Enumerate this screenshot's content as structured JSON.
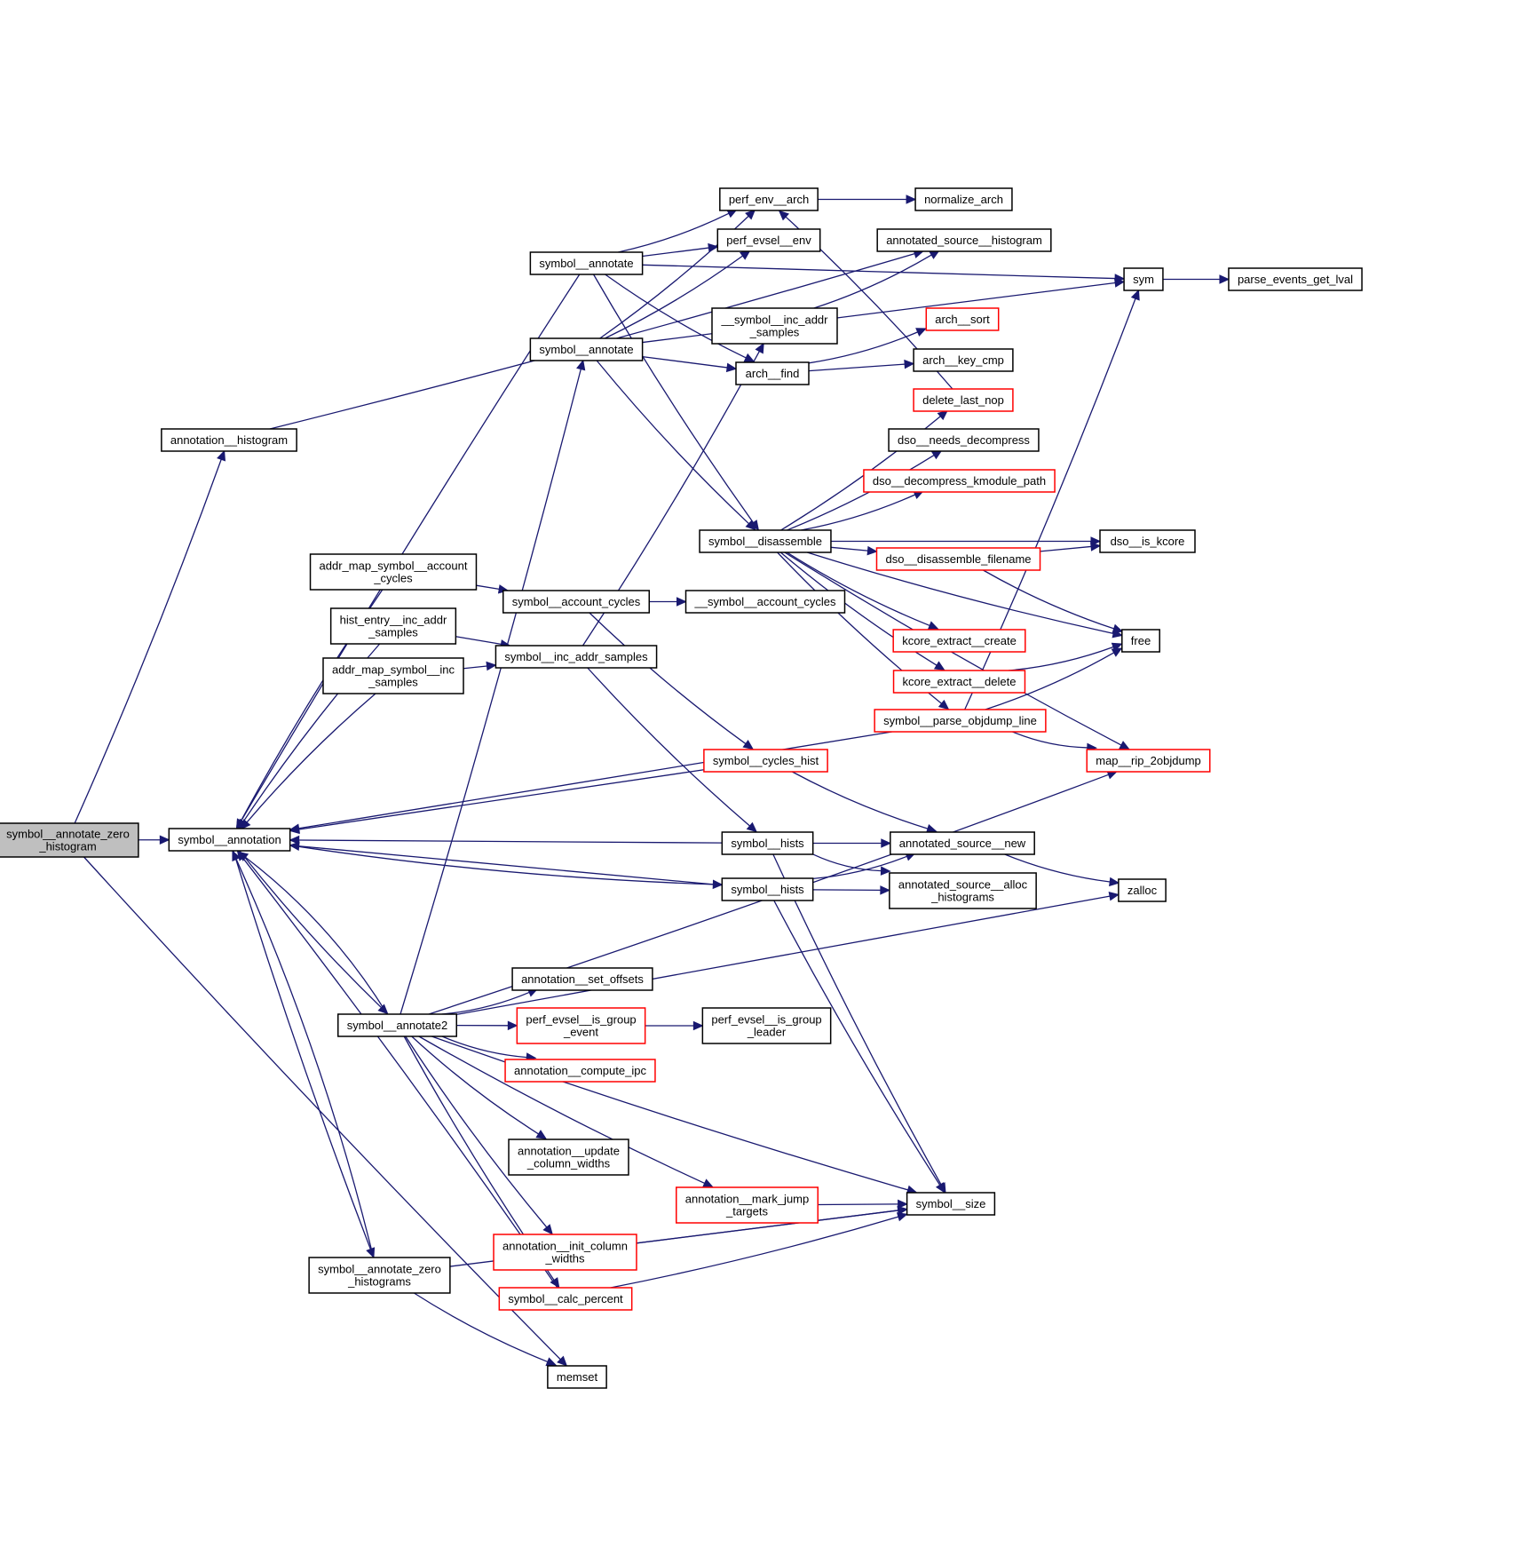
{
  "diagram": {
    "type": "call-graph",
    "edge_color": "#191970",
    "colors": {
      "root_fill": "#bfbfbf",
      "node_fill": "#ffffff",
      "node_border": "#000000",
      "truncated_border": "#ff0000"
    },
    "nodes": [
      {
        "id": "root",
        "lines": [
          "symbol__annotate_zero",
          "_histogram"
        ],
        "style": "root"
      },
      {
        "id": "annotation_histogram",
        "lines": [
          "annotation__histogram"
        ],
        "style": "normal"
      },
      {
        "id": "symbol_annotation",
        "lines": [
          "symbol__annotation"
        ],
        "style": "normal"
      },
      {
        "id": "symbol_annotate_a",
        "lines": [
          "symbol__annotate"
        ],
        "style": "normal"
      },
      {
        "id": "symbol_annotate_b",
        "lines": [
          "symbol__annotate"
        ],
        "style": "normal"
      },
      {
        "id": "perf_env_arch",
        "lines": [
          "perf_env__arch"
        ],
        "style": "normal"
      },
      {
        "id": "perf_evsel_env",
        "lines": [
          "perf_evsel__env"
        ],
        "style": "normal"
      },
      {
        "id": "normalize_arch",
        "lines": [
          "normalize_arch"
        ],
        "style": "normal"
      },
      {
        "id": "annotated_source_histogram",
        "lines": [
          "annotated_source__histogram"
        ],
        "style": "normal"
      },
      {
        "id": "sym",
        "lines": [
          "sym"
        ],
        "style": "normal"
      },
      {
        "id": "parse_events_get_lval",
        "lines": [
          "parse_events_get_lval"
        ],
        "style": "normal"
      },
      {
        "id": "_symbol_inc_addr_samples",
        "lines": [
          "__symbol__inc_addr",
          "_samples"
        ],
        "style": "normal"
      },
      {
        "id": "arch_sort",
        "lines": [
          "arch__sort"
        ],
        "style": "truncated"
      },
      {
        "id": "arch_find",
        "lines": [
          "arch__find"
        ],
        "style": "normal"
      },
      {
        "id": "arch_key_cmp",
        "lines": [
          "arch__key_cmp"
        ],
        "style": "normal"
      },
      {
        "id": "delete_last_nop",
        "lines": [
          "delete_last_nop"
        ],
        "style": "truncated"
      },
      {
        "id": "dso_needs_decompress",
        "lines": [
          "dso__needs_decompress"
        ],
        "style": "normal"
      },
      {
        "id": "dso_decompress_kmodule_path",
        "lines": [
          "dso__decompress_kmodule_path"
        ],
        "style": "truncated"
      },
      {
        "id": "symbol_disassemble",
        "lines": [
          "symbol__disassemble"
        ],
        "style": "normal"
      },
      {
        "id": "dso_is_kcore",
        "lines": [
          "dso__is_kcore"
        ],
        "style": "normal"
      },
      {
        "id": "dso_disassemble_filename",
        "lines": [
          "dso__disassemble_filename"
        ],
        "style": "truncated"
      },
      {
        "id": "addr_map_symbol_account_cycles",
        "lines": [
          "addr_map_symbol__account",
          "_cycles"
        ],
        "style": "normal"
      },
      {
        "id": "symbol_account_cycles",
        "lines": [
          "symbol__account_cycles"
        ],
        "style": "normal"
      },
      {
        "id": "_symbol_account_cycles",
        "lines": [
          "__symbol__account_cycles"
        ],
        "style": "normal"
      },
      {
        "id": "hist_entry_inc_addr_samples",
        "lines": [
          "hist_entry__inc_addr",
          "_samples"
        ],
        "style": "normal"
      },
      {
        "id": "addr_map_symbol_inc_samples",
        "lines": [
          "addr_map_symbol__inc",
          "_samples"
        ],
        "style": "normal"
      },
      {
        "id": "symbol_inc_addr_samples",
        "lines": [
          "symbol__inc_addr_samples"
        ],
        "style": "normal"
      },
      {
        "id": "kcore_extract_create",
        "lines": [
          "kcore_extract__create"
        ],
        "style": "truncated"
      },
      {
        "id": "free",
        "lines": [
          "free"
        ],
        "style": "normal"
      },
      {
        "id": "kcore_extract_delete",
        "lines": [
          "kcore_extract__delete"
        ],
        "style": "truncated"
      },
      {
        "id": "symbol_parse_objdump_line",
        "lines": [
          "symbol__parse_objdump_line"
        ],
        "style": "truncated"
      },
      {
        "id": "symbol_cycles_hist",
        "lines": [
          "symbol__cycles_hist"
        ],
        "style": "truncated"
      },
      {
        "id": "map_rip_2objdump",
        "lines": [
          "map__rip_2objdump"
        ],
        "style": "truncated"
      },
      {
        "id": "symbol_hists_a",
        "lines": [
          "symbol__hists"
        ],
        "style": "normal"
      },
      {
        "id": "symbol_hists_b",
        "lines": [
          "symbol__hists"
        ],
        "style": "normal"
      },
      {
        "id": "annotated_source_new",
        "lines": [
          "annotated_source__new"
        ],
        "style": "normal"
      },
      {
        "id": "annotated_source_alloc_histograms",
        "lines": [
          "annotated_source__alloc",
          "_histograms"
        ],
        "style": "normal"
      },
      {
        "id": "zalloc",
        "lines": [
          "zalloc"
        ],
        "style": "normal"
      },
      {
        "id": "annotation_set_offsets",
        "lines": [
          "annotation__set_offsets"
        ],
        "style": "normal"
      },
      {
        "id": "symbol_annotate2",
        "lines": [
          "symbol__annotate2"
        ],
        "style": "normal"
      },
      {
        "id": "perf_evsel_is_group_event",
        "lines": [
          "perf_evsel__is_group",
          "_event"
        ],
        "style": "truncated"
      },
      {
        "id": "perf_evsel_is_group_leader",
        "lines": [
          "perf_evsel__is_group",
          "_leader"
        ],
        "style": "normal"
      },
      {
        "id": "annotation_compute_ipc",
        "lines": [
          "annotation__compute_ipc"
        ],
        "style": "truncated"
      },
      {
        "id": "annotation_update_column_widths",
        "lines": [
          "annotation__update",
          "_column_widths"
        ],
        "style": "normal"
      },
      {
        "id": "annotation_mark_jump_targets",
        "lines": [
          "annotation__mark_jump",
          "_targets"
        ],
        "style": "truncated"
      },
      {
        "id": "symbol_size",
        "lines": [
          "symbol__size"
        ],
        "style": "normal"
      },
      {
        "id": "annotation_init_column_widths",
        "lines": [
          "annotation__init_column",
          "_widths"
        ],
        "style": "truncated"
      },
      {
        "id": "symbol_annotate_zero_histograms",
        "lines": [
          "symbol__annotate_zero",
          "_histograms"
        ],
        "style": "normal"
      },
      {
        "id": "symbol_calc_percent",
        "lines": [
          "symbol__calc_percent"
        ],
        "style": "truncated"
      },
      {
        "id": "memset",
        "lines": [
          "memset"
        ],
        "style": "normal"
      }
    ],
    "edges": [
      [
        "root",
        "annotation_histogram"
      ],
      [
        "root",
        "symbol_annotation"
      ],
      [
        "root",
        "memset"
      ],
      [
        "annotation_histogram",
        "annotated_source_histogram"
      ],
      [
        "symbol_annotation",
        "symbol_annotate2"
      ],
      [
        "symbol_annotate_a",
        "symbol_annotation"
      ],
      [
        "symbol_annotate_a",
        "perf_env_arch"
      ],
      [
        "symbol_annotate_a",
        "perf_evsel_env"
      ],
      [
        "symbol_annotate_a",
        "sym"
      ],
      [
        "symbol_annotate_a",
        "arch_find"
      ],
      [
        "symbol_annotate_a",
        "symbol_disassemble"
      ],
      [
        "symbol_annotate_b",
        "perf_env_arch"
      ],
      [
        "symbol_annotate_b",
        "perf_evsel_env"
      ],
      [
        "symbol_annotate_b",
        "sym"
      ],
      [
        "symbol_annotate_b",
        "arch_find"
      ],
      [
        "symbol_annotate_b",
        "symbol_disassemble"
      ],
      [
        "perf_env_arch",
        "normalize_arch"
      ],
      [
        "sym",
        "parse_events_get_lval"
      ],
      [
        "_symbol_inc_addr_samples",
        "annotated_source_histogram"
      ],
      [
        "arch_find",
        "arch_sort"
      ],
      [
        "arch_find",
        "arch_key_cmp"
      ],
      [
        "delete_last_nop",
        "perf_env_arch"
      ],
      [
        "symbol_disassemble",
        "delete_last_nop"
      ],
      [
        "symbol_disassemble",
        "dso_needs_decompress"
      ],
      [
        "symbol_disassemble",
        "dso_decompress_kmodule_path"
      ],
      [
        "symbol_disassemble",
        "dso_is_kcore"
      ],
      [
        "symbol_disassemble",
        "dso_disassemble_filename"
      ],
      [
        "symbol_disassemble",
        "free"
      ],
      [
        "symbol_disassemble",
        "kcore_extract_create"
      ],
      [
        "symbol_disassemble",
        "kcore_extract_delete"
      ],
      [
        "symbol_disassemble",
        "symbol_parse_objdump_line"
      ],
      [
        "symbol_disassemble",
        "map_rip_2objdump"
      ],
      [
        "dso_disassemble_filename",
        "dso_is_kcore"
      ],
      [
        "dso_disassemble_filename",
        "free"
      ],
      [
        "addr_map_symbol_account_cycles",
        "symbol_annotation"
      ],
      [
        "addr_map_symbol_account_cycles",
        "symbol_account_cycles"
      ],
      [
        "symbol_account_cycles",
        "_symbol_account_cycles"
      ],
      [
        "symbol_account_cycles",
        "symbol_cycles_hist"
      ],
      [
        "hist_entry_inc_addr_samples",
        "symbol_annotation"
      ],
      [
        "hist_entry_inc_addr_samples",
        "symbol_inc_addr_samples"
      ],
      [
        "addr_map_symbol_inc_samples",
        "symbol_annotation"
      ],
      [
        "addr_map_symbol_inc_samples",
        "symbol_inc_addr_samples"
      ],
      [
        "symbol_inc_addr_samples",
        "_symbol_inc_addr_samples"
      ],
      [
        "symbol_inc_addr_samples",
        "symbol_hists_a"
      ],
      [
        "kcore_extract_delete",
        "free"
      ],
      [
        "symbol_parse_objdump_line",
        "symbol_annotation"
      ],
      [
        "symbol_parse_objdump_line",
        "free"
      ],
      [
        "symbol_parse_objdump_line",
        "sym"
      ],
      [
        "symbol_parse_objdump_line",
        "map_rip_2objdump"
      ],
      [
        "symbol_cycles_hist",
        "symbol_annotation"
      ],
      [
        "symbol_cycles_hist",
        "annotated_source_new"
      ],
      [
        "symbol_hists_a",
        "symbol_annotation"
      ],
      [
        "symbol_hists_a",
        "annotated_source_new"
      ],
      [
        "symbol_hists_a",
        "annotated_source_alloc_histograms"
      ],
      [
        "symbol_hists_a",
        "symbol_size"
      ],
      [
        "symbol_hists_b",
        "symbol_annotation"
      ],
      [
        "symbol_annotation",
        "symbol_hists_b"
      ],
      [
        "symbol_hists_b",
        "annotated_source_new"
      ],
      [
        "symbol_hists_b",
        "annotated_source_alloc_histograms"
      ],
      [
        "symbol_hists_b",
        "symbol_size"
      ],
      [
        "annotated_source_new",
        "zalloc"
      ],
      [
        "symbol_annotate2",
        "symbol_annotation"
      ],
      [
        "symbol_annotate2",
        "symbol_annotate_b"
      ],
      [
        "symbol_annotate2",
        "map_rip_2objdump"
      ],
      [
        "symbol_annotate2",
        "zalloc"
      ],
      [
        "symbol_annotate2",
        "annotation_set_offsets"
      ],
      [
        "symbol_annotate2",
        "perf_evsel_is_group_event"
      ],
      [
        "symbol_annotate2",
        "annotation_compute_ipc"
      ],
      [
        "symbol_annotate2",
        "annotation_update_column_widths"
      ],
      [
        "symbol_annotate2",
        "annotation_mark_jump_targets"
      ],
      [
        "symbol_annotate2",
        "symbol_size"
      ],
      [
        "symbol_annotate2",
        "annotation_init_column_widths"
      ],
      [
        "symbol_annotate2",
        "symbol_calc_percent"
      ],
      [
        "perf_evsel_is_group_event",
        "perf_evsel_is_group_leader"
      ],
      [
        "annotation_mark_jump_targets",
        "symbol_size"
      ],
      [
        "annotation_init_column_widths",
        "symbol_size"
      ],
      [
        "symbol_annotation",
        "symbol_annotate_zero_histograms"
      ],
      [
        "symbol_annotate_zero_histograms",
        "symbol_annotation"
      ],
      [
        "symbol_annotate_zero_histograms",
        "symbol_size"
      ],
      [
        "symbol_annotate_zero_histograms",
        "memset"
      ],
      [
        "symbol_calc_percent",
        "symbol_annotation"
      ],
      [
        "symbol_calc_percent",
        "symbol_size"
      ]
    ]
  }
}
